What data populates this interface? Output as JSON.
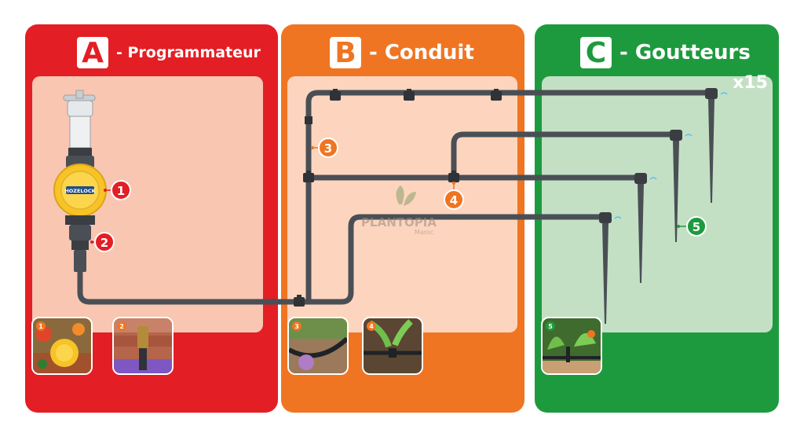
{
  "panels": [
    {
      "letter": "A",
      "title": "- Programmateur",
      "color": "#e31e24"
    },
    {
      "letter": "B",
      "title": "- Conduit",
      "color": "#f07522"
    },
    {
      "letter": "C",
      "title": "- Goutteurs",
      "quantity": "x15",
      "color": "#1e9a3e"
    }
  ],
  "callouts": {
    "timer": "1",
    "connector": "2",
    "tubing": "3",
    "tee": "4",
    "dripper": "5"
  },
  "thumbnails": [
    {
      "badge": "1"
    },
    {
      "badge": "2"
    },
    {
      "badge": "3"
    },
    {
      "badge": "4"
    },
    {
      "badge": "5"
    }
  ],
  "watermark": {
    "brand": "PLANTOPIA",
    "sub": "Maroc"
  },
  "timer_brand": "HOZELOCK",
  "colors": {
    "red": "#e31e24",
    "orange": "#f07522",
    "green": "#1e9a3e",
    "pipe": "#4a4f55",
    "timer_yellow": "#f7c326"
  }
}
